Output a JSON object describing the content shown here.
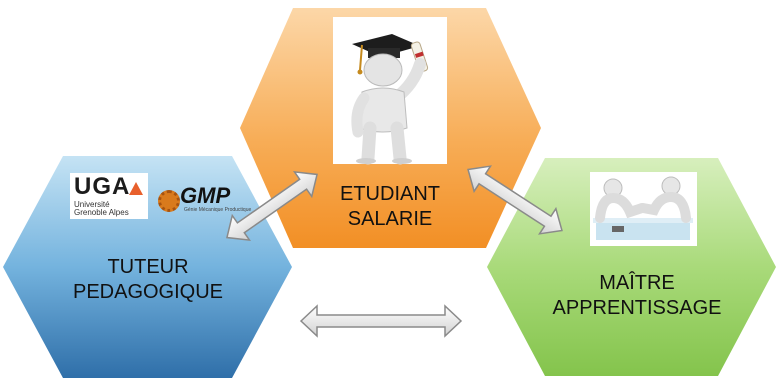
{
  "nodes": {
    "student": {
      "line1": "ETUDIANT",
      "line2": "SALARIE",
      "color": "#f5a64a"
    },
    "tutor": {
      "line1": "TUTEUR",
      "line2": "PEDAGOGIQUE",
      "color": "#5b9fd2"
    },
    "master": {
      "line1": "MAÎTRE",
      "line2": "APPRENTISSAGE",
      "color": "#9bd36a"
    }
  },
  "logos": {
    "uga": {
      "mark": "UGA",
      "line1": "Université",
      "line2": "Grenoble Alpes"
    },
    "gmp": {
      "mark": "GMP",
      "tagline": "Génie Mécanique Productique"
    }
  },
  "icons": [
    "graduate-figure-icon",
    "handshake-meeting-icon",
    "double-arrow-icon"
  ]
}
